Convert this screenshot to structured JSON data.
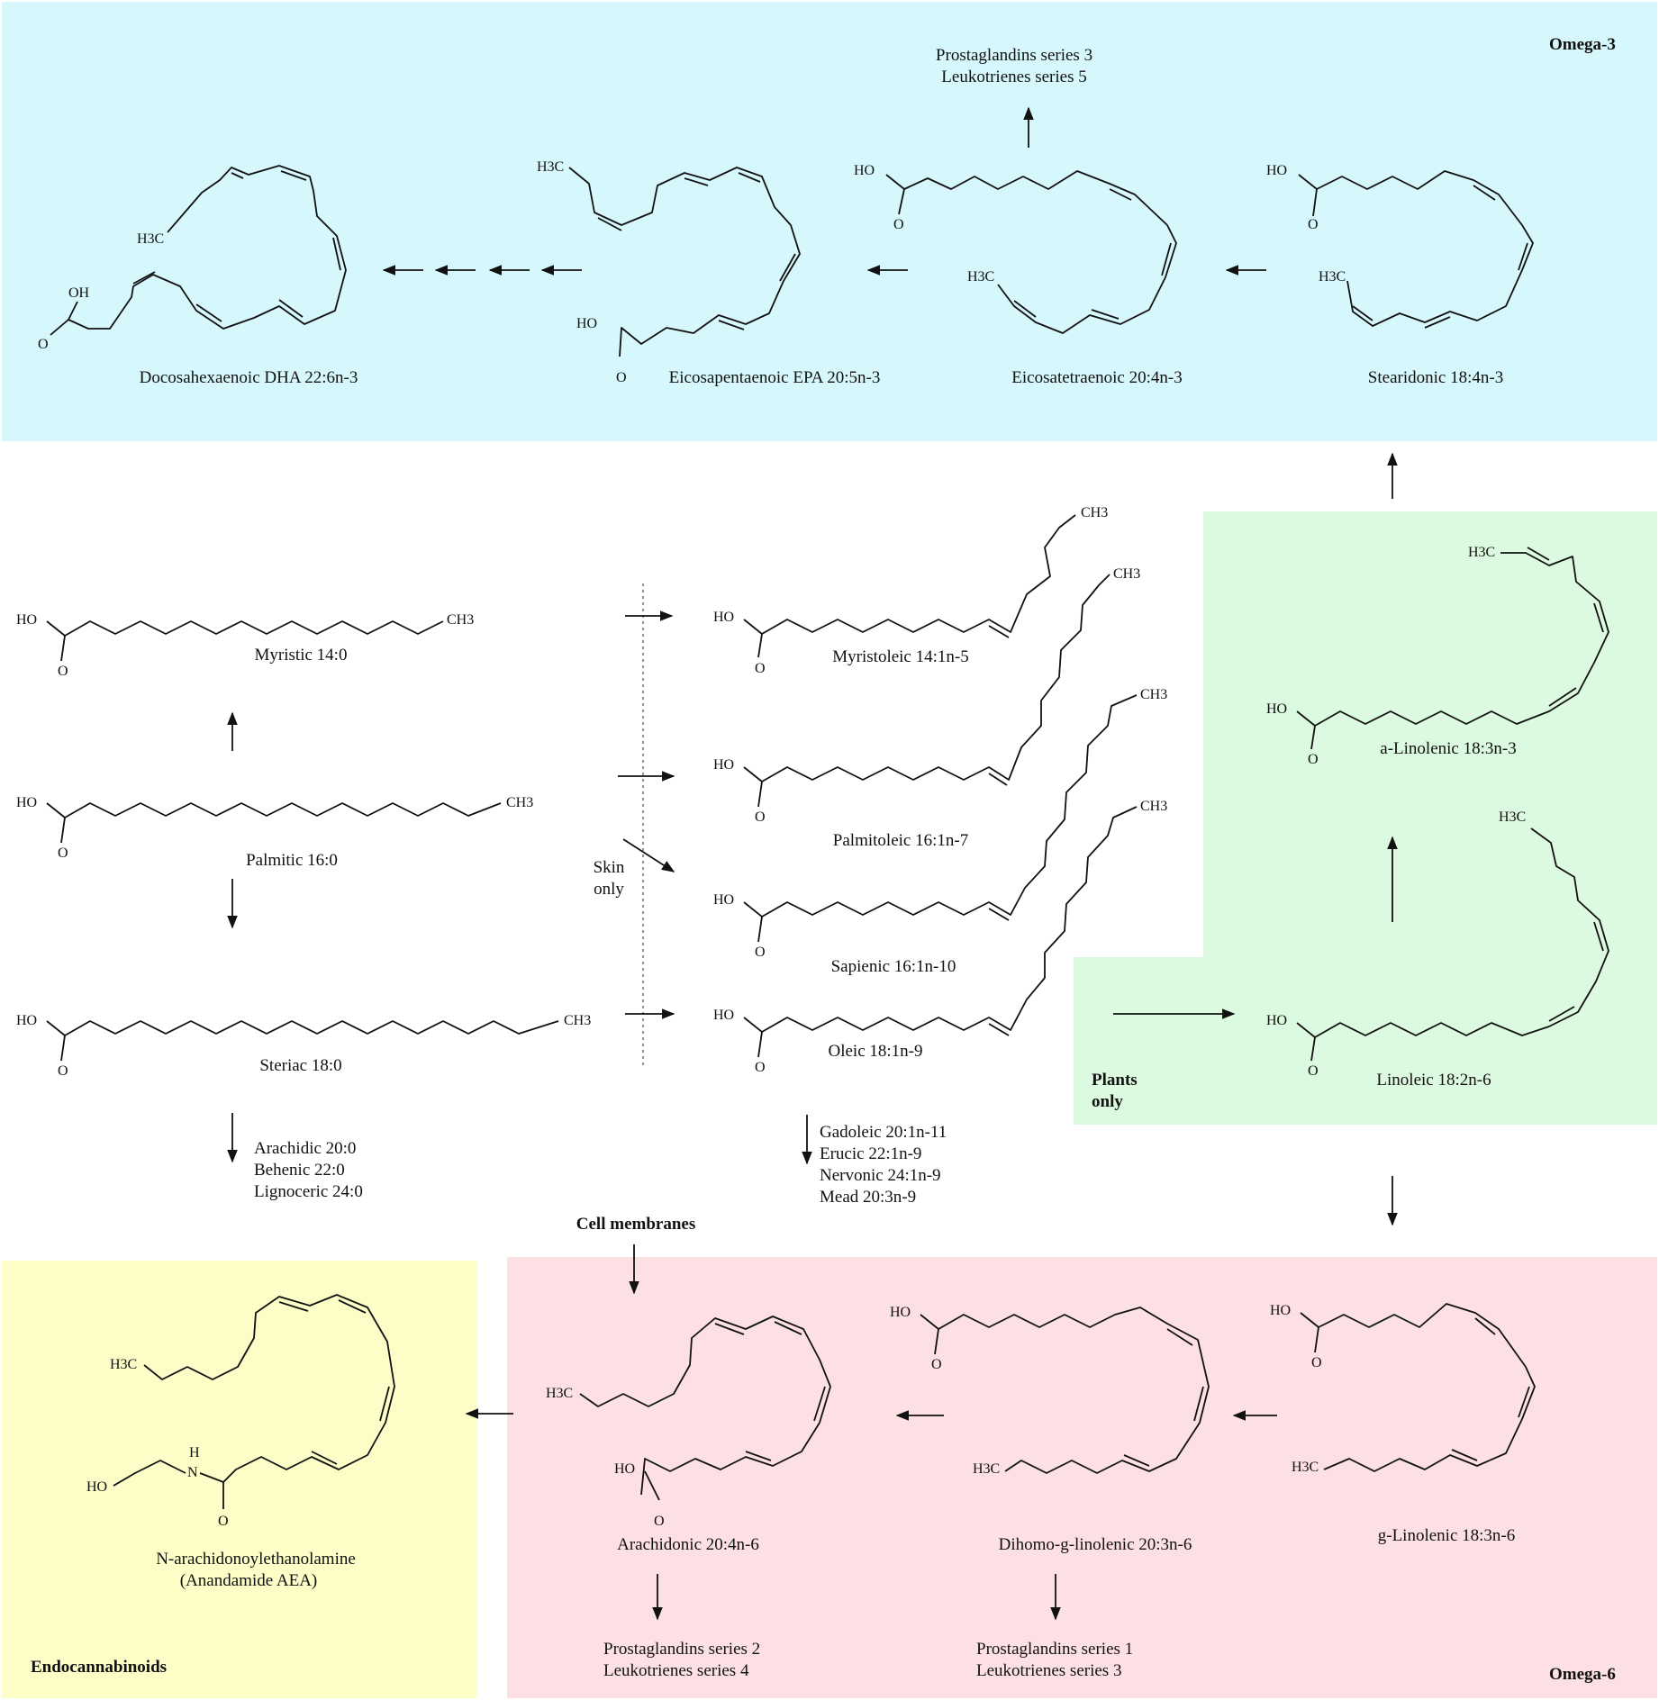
{
  "regions": {
    "omega3": {
      "label": "Omega-3",
      "color": "#d6f7fb"
    },
    "plants": {
      "label_line1": "Plants",
      "label_line2": "only",
      "color": "#dcfadf"
    },
    "omega6": {
      "label": "Omega-6",
      "color": "#fde0e3"
    },
    "endocannabinoids": {
      "label": "Endocannabinoids",
      "color": "#fdfdc7"
    }
  },
  "compounds": {
    "dha": "Docosahexaenoic DHA 22:6n-3",
    "epa": "Eicosapentaenoic EPA 20:5n-3",
    "eicosatetraenoic": "Eicosatetraenoic 20:4n-3",
    "stearidonic": "Stearidonic 18:4n-3",
    "myristic": "Myristic 14:0",
    "palmitic": "Palmitic 16:0",
    "steriac": "Steriac 18:0",
    "myristoleic": "Myristoleic 14:1n-5",
    "palmitoleic": "Palmitoleic 16:1n-7",
    "sapienic": "Sapienic 16:1n-10",
    "oleic": "Oleic 18:1n-9",
    "alinolenic": "a-Linolenic 18:3n-3",
    "linoleic": "Linoleic 18:2n-6",
    "glinolenic": "g-Linolenic 18:3n-6",
    "dihomo": "Dihomo-g-linolenic 20:3n-6",
    "arachidonic": "Arachidonic 20:4n-6",
    "aea_line1": "N-arachidonoylethanolamine",
    "aea_line2": "(Anandamide AEA)"
  },
  "products": {
    "omega3_line1": "Prostaglandins series 3",
    "omega3_line2": "Leukotrienes series 5",
    "saturated": [
      "Arachidic 20:0",
      "Behenic 22:0",
      "Lignoceric 24:0"
    ],
    "monounsaturated": [
      "Gadoleic 20:1n-11",
      "Erucic 22:1n-9",
      "Nervonic 24:1n-9",
      "Mead 20:3n-9"
    ],
    "arachidonic_line1": "Prostaglandins series 2",
    "arachidonic_line2": "Leukotrienes series 4",
    "dihomo_line1": "Prostaglandins series 1",
    "dihomo_line2": "Leukotrienes series 3"
  },
  "annotations": {
    "skin_line1": "Skin",
    "skin_line2": "only",
    "cell_membranes": "Cell membranes"
  },
  "atoms": {
    "hydroxyl": "HO",
    "acid_oh": "OH",
    "oxygen": "O",
    "methyl_h3c": "H3C",
    "methyl_ch3": "CH3",
    "nitrogen": "N",
    "hydrogen": "H"
  }
}
